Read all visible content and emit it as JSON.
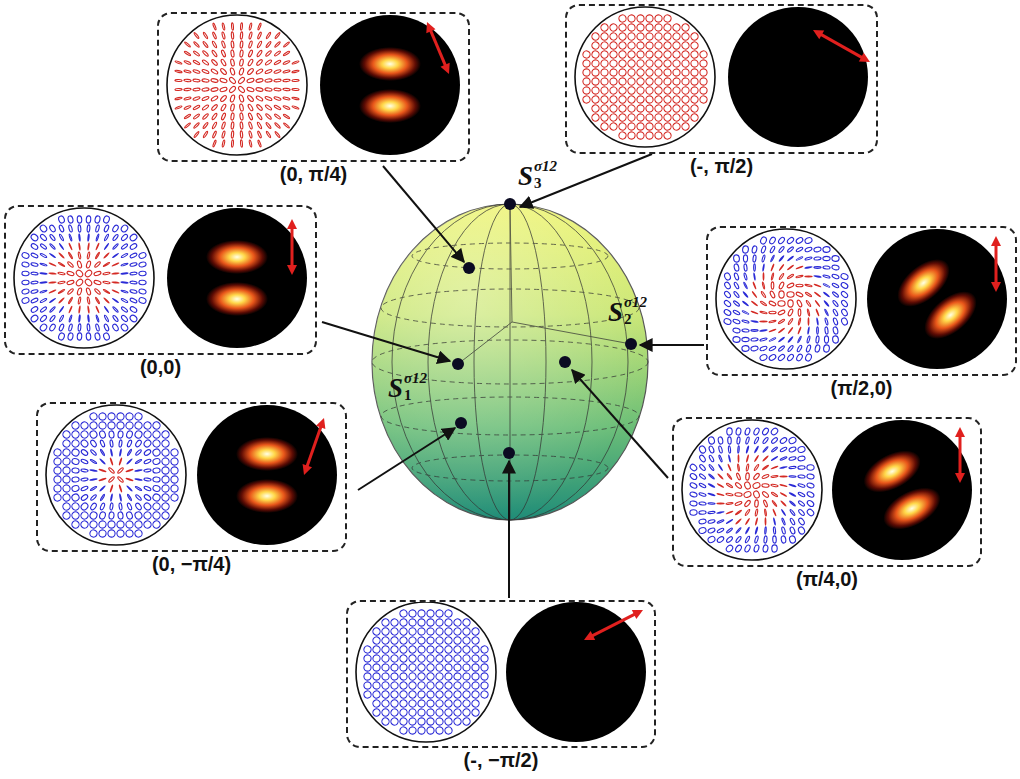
{
  "diagram": {
    "nodes": [
      {
        "text": [
          "(0, π/4)"
        ]
      },
      {
        "text": [
          "(-, π/2)"
        ]
      },
      {
        "text": [
          "(0,0)"
        ]
      },
      {
        "text": [
          "(π/2,0)"
        ]
      },
      {
        "text": [
          "(0, −π/4)"
        ]
      },
      {
        "text": [
          "(π/4,0)"
        ]
      },
      {
        "text": [
          "(-, −π/2)"
        ]
      }
    ],
    "labels": [
      "S",
      "σ12",
      "3",
      "S",
      "σ12",
      "2",
      "S",
      "σ12",
      "1"
    ]
  }
}
